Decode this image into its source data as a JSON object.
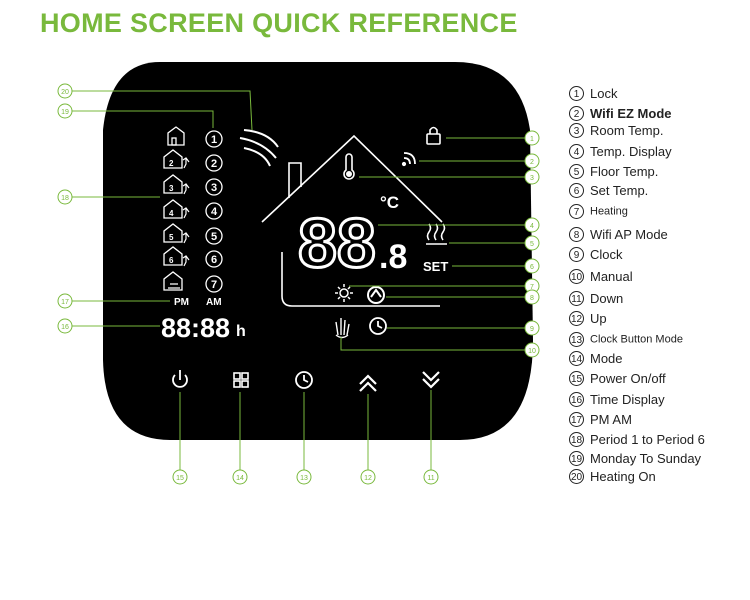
{
  "title": "HOME SCREEN QUICK REFERENCE",
  "accent_color": "#79b93c",
  "display": {
    "main_digits": "88",
    "decimal_digit": ".8",
    "unit": "°C",
    "set_label": "SET",
    "am": "AM",
    "pm": "PM",
    "time_digits": "88:88",
    "time_unit": "h"
  },
  "periods": [
    "1",
    "2",
    "3",
    "4",
    "5",
    "6",
    "7"
  ],
  "period_markers": [
    "2",
    "3",
    "4",
    "5",
    "6"
  ],
  "buttons": [
    {
      "id": "power",
      "icon": "power-icon",
      "callout": "15"
    },
    {
      "id": "mode",
      "icon": "grid-icon",
      "callout": "14"
    },
    {
      "id": "clock",
      "icon": "clock-icon",
      "callout": "13"
    },
    {
      "id": "up",
      "icon": "chevron-up-icon",
      "callout": "12"
    },
    {
      "id": "down",
      "icon": "chevron-down-icon",
      "callout": "11"
    }
  ],
  "callouts_right": [
    "1",
    "2",
    "3",
    "4",
    "5",
    "6",
    "7",
    "8",
    "9",
    "10"
  ],
  "callouts_left": [
    "20",
    "19",
    "18",
    "17",
    "16"
  ],
  "legend": [
    {
      "num": "1",
      "label": "Lock"
    },
    {
      "num": "2",
      "label": "Wifi EZ Mode"
    },
    {
      "num": "3",
      "label": "Room Temp."
    },
    {
      "num": "4",
      "label": "Temp. Display"
    },
    {
      "num": "5",
      "label": "Floor Temp."
    },
    {
      "num": "6",
      "label": "Set Temp."
    },
    {
      "num": "7",
      "label": "Heating"
    },
    {
      "num": "8",
      "label": "Wifi AP Mode"
    },
    {
      "num": "9",
      "label": "Clock"
    },
    {
      "num": "10",
      "label": "Manual"
    },
    {
      "num": "11",
      "label": "Down"
    },
    {
      "num": "12",
      "label": "Up"
    },
    {
      "num": "13",
      "label": "Clock Button Mode"
    },
    {
      "num": "14",
      "label": "Mode"
    },
    {
      "num": "15",
      "label": "Power On/off"
    },
    {
      "num": "16",
      "label": "Time Display"
    },
    {
      "num": "17",
      "label": "PM  AM"
    },
    {
      "num": "18",
      "label": "Period 1 to Period 6"
    },
    {
      "num": "19",
      "label": "Monday To Sunday"
    },
    {
      "num": "20",
      "label": "Heating On"
    }
  ]
}
